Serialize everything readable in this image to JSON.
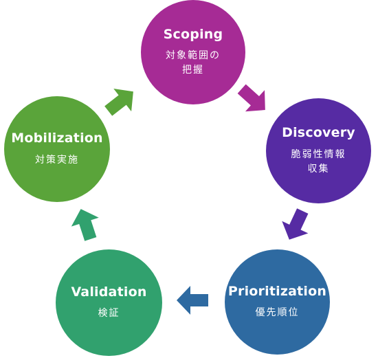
{
  "nodes": {
    "scoping": {
      "title": "Scoping",
      "subtitle": "対象範囲の\n把握",
      "color": "#a62b95"
    },
    "discovery": {
      "title": "Discovery",
      "subtitle": "脆弱性情報\n収集",
      "color": "#562ba3"
    },
    "prioritization": {
      "title": "Prioritization",
      "subtitle": "優先順位",
      "color": "#2e6aa1"
    },
    "validation": {
      "title": "Validation",
      "subtitle": "検証",
      "color": "#31a16e"
    },
    "mobilization": {
      "title": "Mobilization",
      "subtitle": "対策実施",
      "color": "#5aa43a"
    }
  },
  "arrows": {
    "scoping_to_discovery": {
      "color": "#a62b95"
    },
    "discovery_to_prioritization": {
      "color": "#562ba3"
    },
    "prioritization_to_validation": {
      "color": "#2e6aa1"
    },
    "validation_to_mobilization": {
      "color": "#31a16e"
    },
    "mobilization_to_scoping": {
      "color": "#5aa43a"
    }
  }
}
